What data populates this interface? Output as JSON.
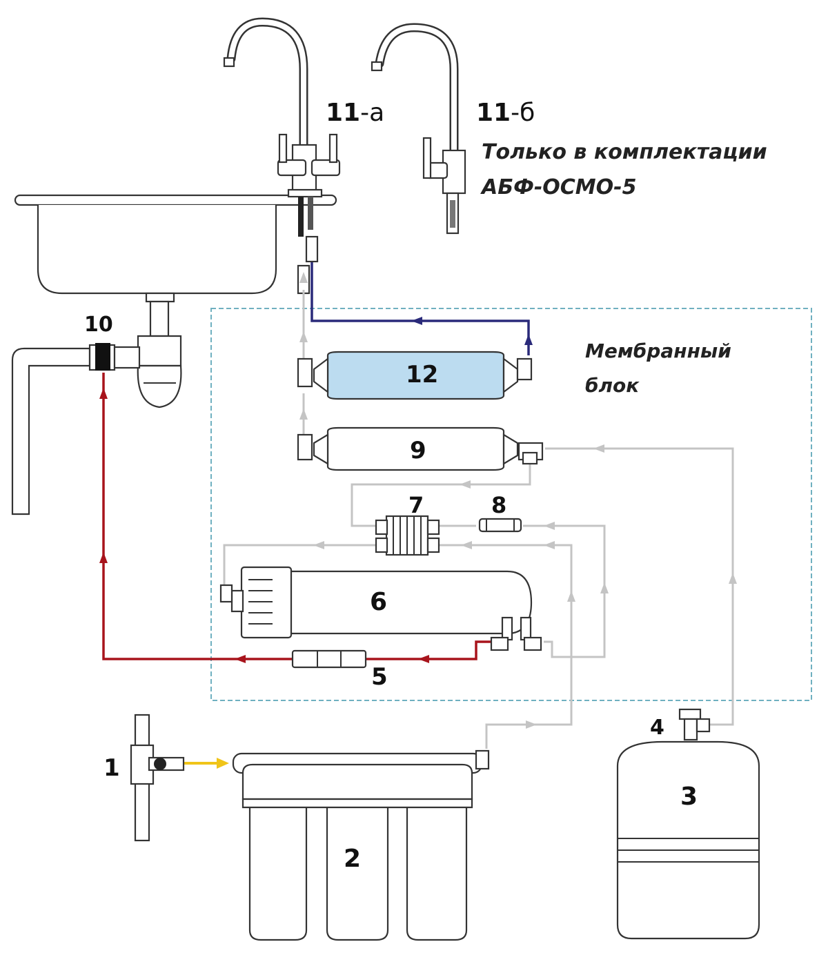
{
  "labels": {
    "l1": "1",
    "l2": "2",
    "l3": "3",
    "l4": "4",
    "l5": "5",
    "l6": "6",
    "l7": "7",
    "l8": "8",
    "l9": "9",
    "l10": "10",
    "l11a_num": "11",
    "l11a_suffix": "-а",
    "l11b_num": "11",
    "l11b_suffix": "-б",
    "l12": "12"
  },
  "notes": {
    "only_line1": "Только в комплектации",
    "only_line2": "АБФ-ОСМО-5",
    "membrane_line1": "Мембранный",
    "membrane_line2": "блок"
  },
  "colors": {
    "raw_water": "#f0c419",
    "drain": "#a8141c",
    "clean_water": "#2a2a7a",
    "pipe": "#c4c4c4",
    "membrane_12": "#bcdcf0",
    "block_border": "#6fb0c0"
  }
}
